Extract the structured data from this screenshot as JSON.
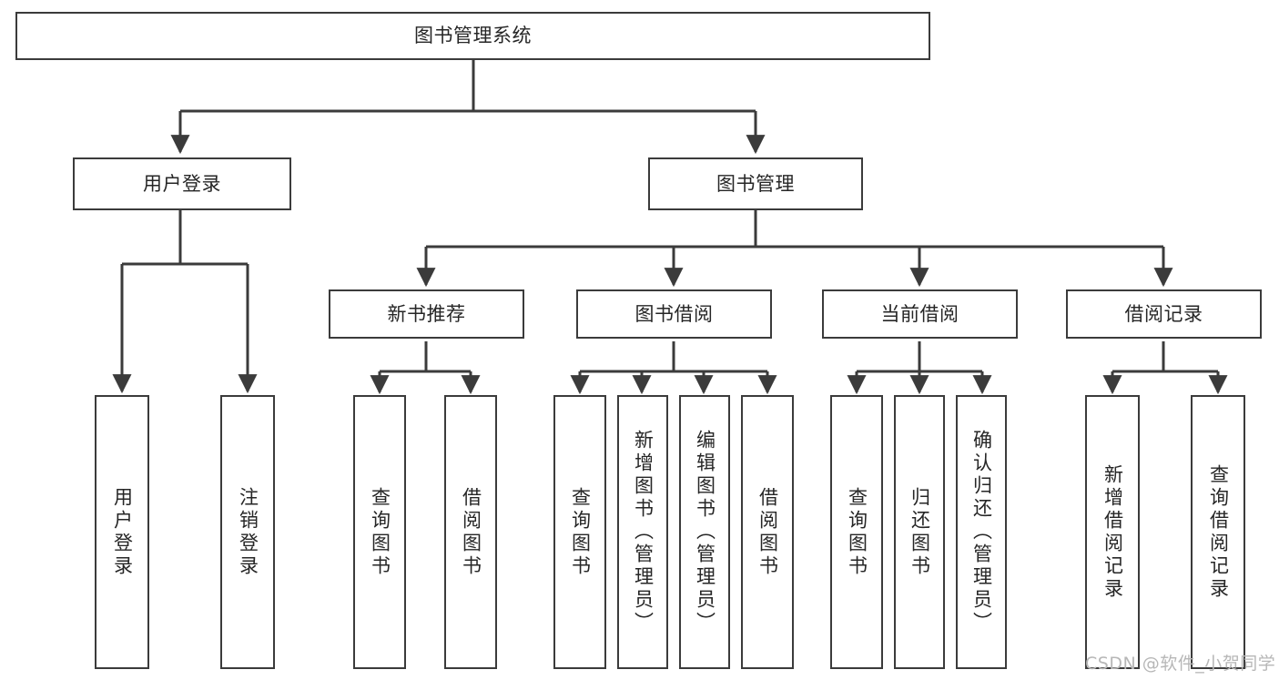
{
  "diagram": {
    "type": "tree",
    "title": "图书管理系统",
    "orientation": "top-down",
    "colors": {
      "background": "#ffffff",
      "box_border": "#3b3b3b",
      "box_fill": "#ffffff",
      "text": "#262626",
      "connector": "#3b3b3b",
      "watermark": "#b7b7b7"
    },
    "nodes": {
      "root": {
        "label": "图书管理系统"
      },
      "level2": [
        {
          "label": "用户登录"
        },
        {
          "label": "图书管理"
        }
      ],
      "level3": [
        {
          "label": "新书推荐"
        },
        {
          "label": "图书借阅"
        },
        {
          "label": "当前借阅"
        },
        {
          "label": "借阅记录"
        }
      ],
      "leaves": {
        "user_login": [
          {
            "label": "用户登录"
          },
          {
            "label": "注销登录"
          }
        ],
        "new_book_recommend": [
          {
            "label": "查询图书"
          },
          {
            "label": "借阅图书"
          }
        ],
        "book_borrow": [
          {
            "label": "查询图书"
          },
          {
            "label": "新增图书（管理员）"
          },
          {
            "label": "编辑图书（管理员）"
          },
          {
            "label": "借阅图书"
          }
        ],
        "current_borrow": [
          {
            "label": "查询图书"
          },
          {
            "label": "归还图书"
          },
          {
            "label": "确认归还（管理员）"
          }
        ],
        "borrow_record": [
          {
            "label": "新增借阅记录"
          },
          {
            "label": "查询借阅记录"
          }
        ]
      }
    }
  },
  "watermark": {
    "text": "CSDN @软件_小贺同学"
  }
}
